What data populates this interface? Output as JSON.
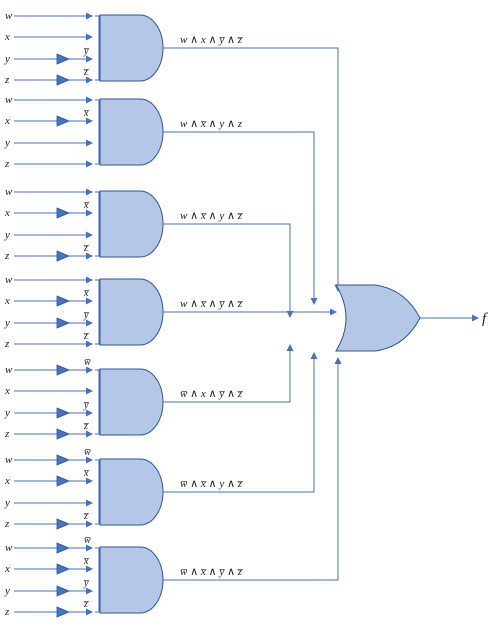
{
  "output_label": "f",
  "colors": {
    "wire": "#4472c4",
    "gate_fill": "#b4c7e7",
    "gate_stroke": "#2f5597"
  },
  "gates": [
    {
      "inputs": [
        {
          "var": "w",
          "inv": false
        },
        {
          "var": "x",
          "inv": false
        },
        {
          "var": "y",
          "inv": true,
          "label": "y̅"
        },
        {
          "var": "z",
          "inv": true,
          "label": "z̅"
        }
      ],
      "expr": "w ∧ x ∧ y̅ ∧ z̅"
    },
    {
      "inputs": [
        {
          "var": "w",
          "inv": false
        },
        {
          "var": "x",
          "inv": true,
          "label": "x̅"
        },
        {
          "var": "y",
          "inv": false
        },
        {
          "var": "z",
          "inv": false
        }
      ],
      "expr": "w ∧ x̅ ∧ y ∧ z"
    },
    {
      "inputs": [
        {
          "var": "w",
          "inv": false
        },
        {
          "var": "x",
          "inv": true,
          "label": "x̅"
        },
        {
          "var": "y",
          "inv": false
        },
        {
          "var": "z",
          "inv": true,
          "label": "z̅"
        }
      ],
      "expr": "w ∧ x̅ ∧ y ∧ z̅"
    },
    {
      "inputs": [
        {
          "var": "w",
          "inv": false
        },
        {
          "var": "x",
          "inv": true,
          "label": "x̅"
        },
        {
          "var": "y",
          "inv": true,
          "label": "y̅"
        },
        {
          "var": "z",
          "inv": false,
          "label": "z̅"
        }
      ],
      "expr": "w ∧ x̅ ∧ y̅ ∧ z̅"
    },
    {
      "inputs": [
        {
          "var": "w",
          "inv": true,
          "label": "w̅"
        },
        {
          "var": "x",
          "inv": false
        },
        {
          "var": "y",
          "inv": true,
          "label": "y̅"
        },
        {
          "var": "z",
          "inv": true,
          "label": "z̅"
        }
      ],
      "expr": "w̅ ∧ x ∧ y̅ ∧ z̅"
    },
    {
      "inputs": [
        {
          "var": "w",
          "inv": true,
          "label": "w̅"
        },
        {
          "var": "x",
          "inv": true,
          "label": "x̅"
        },
        {
          "var": "y",
          "inv": false
        },
        {
          "var": "z",
          "inv": true,
          "label": "z̅"
        }
      ],
      "expr": "w̅ ∧ x̅ ∧ y ∧ z̅"
    },
    {
      "inputs": [
        {
          "var": "w",
          "inv": true,
          "label": "w̅"
        },
        {
          "var": "x",
          "inv": true,
          "label": "x̅"
        },
        {
          "var": "y",
          "inv": true,
          "label": "y̅"
        },
        {
          "var": "z",
          "inv": true,
          "label": "z̅"
        }
      ],
      "expr": "w̅ ∧ x̅ ∧ y̅ ∧ z̅"
    }
  ]
}
